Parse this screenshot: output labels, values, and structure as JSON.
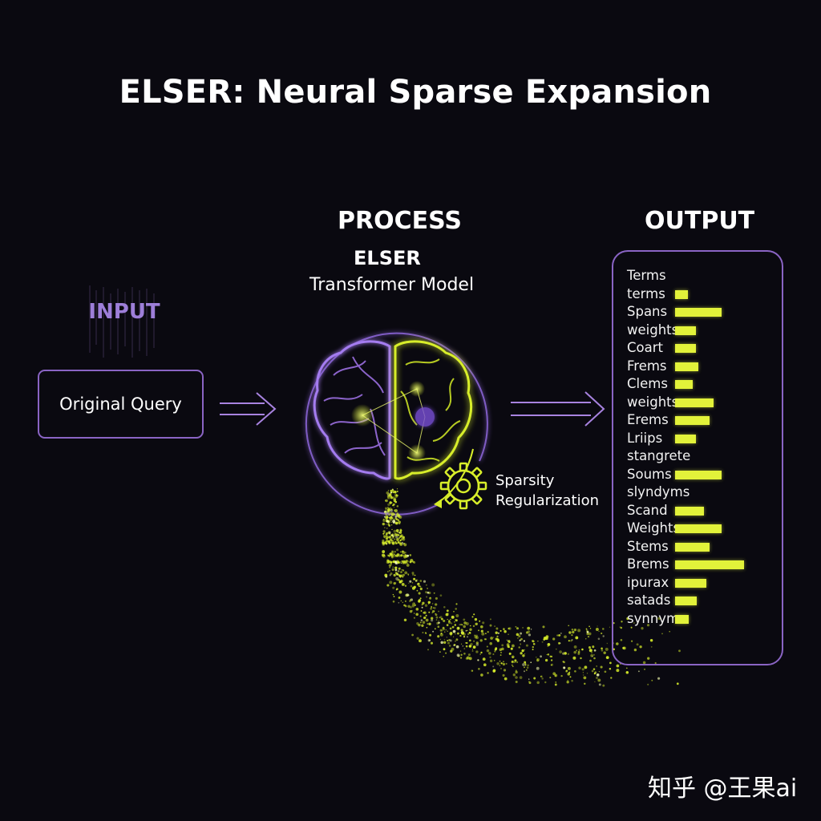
{
  "title": "ELSER: Neural Sparse Expansion",
  "input": {
    "heading": "INPUT",
    "box_label": "Original Query"
  },
  "process": {
    "heading": "PROCESS",
    "model_name": "ELSER",
    "model_type": "Transformer Model",
    "regularization": [
      "Sparsity",
      "Regularization"
    ]
  },
  "output": {
    "heading": "OUTPUT",
    "terms": [
      {
        "word": "Terms",
        "weight": 0
      },
      {
        "word": "terms",
        "weight": 0.17
      },
      {
        "word": "Spans",
        "weight": 0.6
      },
      {
        "word": "weights",
        "weight": 0.27
      },
      {
        "word": "Coart",
        "weight": 0.27
      },
      {
        "word": "Frems",
        "weight": 0.3
      },
      {
        "word": "Clems",
        "weight": 0.23
      },
      {
        "word": "weights",
        "weight": 0.5
      },
      {
        "word": "Erems",
        "weight": 0.45
      },
      {
        "word": "Lriips",
        "weight": 0.27
      },
      {
        "word": "stangrete",
        "weight": 0
      },
      {
        "word": "Soums",
        "weight": 0.6
      },
      {
        "word": "slyndyms",
        "weight": 0
      },
      {
        "word": "Scand",
        "weight": 0.38
      },
      {
        "word": "Weights",
        "weight": 0.6
      },
      {
        "word": "Stems",
        "weight": 0.45
      },
      {
        "word": "Brems",
        "weight": 0.9
      },
      {
        "word": "ipurax",
        "weight": 0.41
      },
      {
        "word": "satads",
        "weight": 0.28
      },
      {
        "word": "synnyms",
        "weight": 0.18
      }
    ]
  },
  "watermark": "知乎 @王果ai",
  "colors": {
    "background": "#0a0910",
    "purple": "#9b6ee0",
    "lime": "#d8ee2a",
    "text": "#ffffff"
  },
  "icons": [
    "brain-icon",
    "gear-icon",
    "arrow-right-icon",
    "arrow-right-icon"
  ]
}
